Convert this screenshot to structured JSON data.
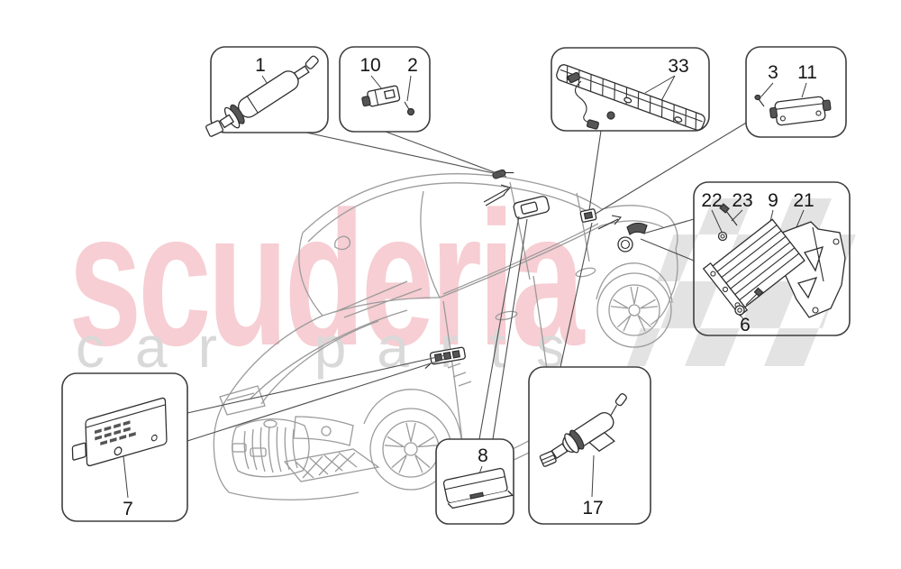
{
  "watermark": {
    "brand": "scuderia",
    "tagline": "car parts",
    "brand_color": "#f6ced3",
    "tagline_color": "#d9d9d9",
    "checker_color": "#e3e3e3"
  },
  "colors": {
    "background": "#ffffff",
    "box_border": "#3e3e3e",
    "car_line": "#9b9b9b",
    "leader_line": "#4f4f4f",
    "label": "#161616",
    "part_line": "#2e2e2e"
  },
  "boxes": [
    {
      "id": "box-1",
      "part_name": "roof-damper-cylinder",
      "callouts": [
        {
          "label": "1"
        }
      ]
    },
    {
      "id": "box-10-2",
      "part_name": "small-sensor-bracket",
      "callouts": [
        {
          "label": "10"
        },
        {
          "label": "2"
        }
      ]
    },
    {
      "id": "box-33",
      "part_name": "rear-shelf-trim-panel",
      "callouts": [
        {
          "label": "33"
        }
      ]
    },
    {
      "id": "box-3-11",
      "part_name": "control-module",
      "callouts": [
        {
          "label": "3"
        },
        {
          "label": "11"
        }
      ]
    },
    {
      "id": "box-22-23-9-21-6",
      "part_name": "amplifier-with-bracket",
      "callouts": [
        {
          "label": "22"
        },
        {
          "label": "23"
        },
        {
          "label": "9"
        },
        {
          "label": "21"
        },
        {
          "label": "6"
        }
      ]
    },
    {
      "id": "box-7",
      "part_name": "electronic-control-unit",
      "callouts": [
        {
          "label": "7"
        }
      ]
    },
    {
      "id": "box-8",
      "part_name": "flat-module",
      "callouts": [
        {
          "label": "8"
        }
      ]
    },
    {
      "id": "box-17",
      "part_name": "actuator-cylinder",
      "callouts": [
        {
          "label": "17"
        }
      ]
    }
  ]
}
